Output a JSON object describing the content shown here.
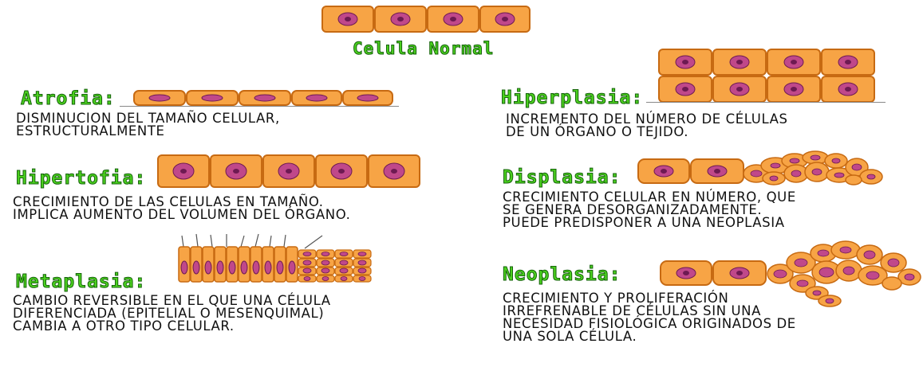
{
  "main_title": "Celula Normal",
  "sections": {
    "atrofia": {
      "title": "Atrofia:",
      "lines": [
        "Disminucion del tamaño celular,",
        "estructuralmente"
      ]
    },
    "hipertrofia": {
      "title": "Hipertofia:",
      "lines": [
        "Crecimiento de las celulas en tamaño.",
        "Implica aumento del volumen del órgano."
      ]
    },
    "metaplasia": {
      "title": "Metaplasia:",
      "lines": [
        "cambio reversible en el que una célula",
        "diferenciada (epitelial o mesenquimal)",
        "cambia a otro tipo celular."
      ]
    },
    "hiperplasia": {
      "title": "Hiperplasia:",
      "lines": [
        "Incremento del número de células",
        "de un órgano o tejido."
      ]
    },
    "displasia": {
      "title": "Displasia:",
      "lines": [
        "Crecimiento celular en número, que",
        "se genera desorganizadamente.",
        "Puede predisponer a una neoplasia"
      ]
    },
    "neoplasia": {
      "title": "Neoplasia:",
      "lines": [
        "crecimiento y proliferación",
        "irrefrenable de células sin una",
        "necesidad fisiológica originados de",
        "una sola célula."
      ]
    }
  },
  "colors": {
    "title_fill": "#4bd11e",
    "title_outline": "#16620c",
    "cell_fill": "#f7a445",
    "cell_border": "#c76a12",
    "nucleus": "#c0488a",
    "nucleus_inner": "#6d1a52"
  }
}
